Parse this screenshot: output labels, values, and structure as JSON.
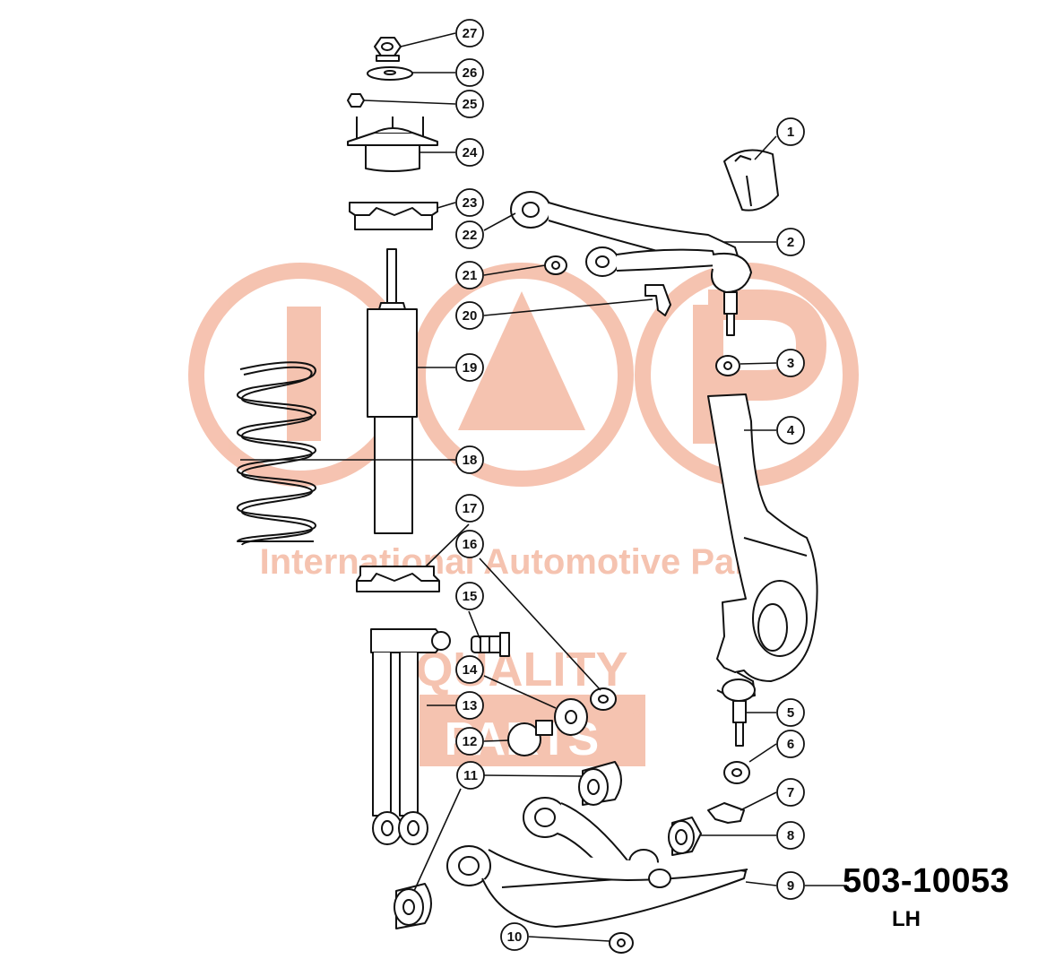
{
  "watermark": {
    "brand_line": "International Automotive Parts",
    "badge_line_1": "QUALITY",
    "badge_line_2": "PARTS",
    "trademark": "®",
    "color": "#f4b9a3",
    "logo_icon": "iap-logo-icon"
  },
  "part_number": "503-10053",
  "side": "LH",
  "callouts": [
    "1",
    "2",
    "3",
    "4",
    "5",
    "6",
    "7",
    "8",
    "9",
    "10",
    "11",
    "12",
    "13",
    "14",
    "15",
    "16",
    "17",
    "18",
    "19",
    "20",
    "21",
    "22",
    "23",
    "24",
    "25",
    "26",
    "27"
  ],
  "colors": {
    "line": "#111111",
    "part_fill": "#ffffff"
  }
}
